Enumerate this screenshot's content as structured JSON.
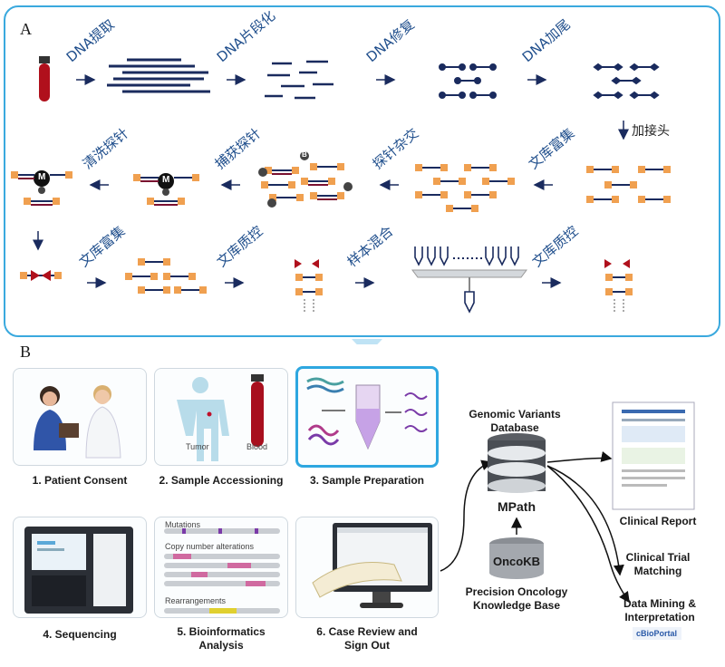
{
  "panel_a": {
    "label": "A",
    "steps": {
      "extract": "DNA提取",
      "fragment": "DNA片段化",
      "repair": "DNA修复",
      "tailing": "DNA加尾",
      "adapter": "加接头",
      "enrich1": "文库富集",
      "hybrid": "探针杂交",
      "capture": "捕获探针",
      "wash": "清洗探针",
      "enrich2": "文库富集",
      "qc1": "文库质控",
      "pool": "样本混合",
      "qc2": "文库质控"
    },
    "probe_letters": {
      "m": "M",
      "b": "B"
    }
  },
  "panel_b": {
    "label": "B",
    "cards": {
      "consent": "1. Patient Consent",
      "accession": "2. Sample Accessioning",
      "prep": "3. Sample Preparation",
      "seq": "4. Sequencing",
      "bioinfo_l1": "5. Bioinformatics",
      "bioinfo_l2": "Analysis",
      "review_l1": "6. Case Review and",
      "review_l2": "Sign Out"
    },
    "accession_labels": {
      "tumor": "Tumor",
      "blood": "Blood"
    },
    "bioinfo_labels": {
      "mutations": "Mutations",
      "cna": "Copy number alterations",
      "rearr": "Rearrangements"
    },
    "db": {
      "line1": "Genomic Variants",
      "line2": "Database",
      "name": "MPath"
    },
    "oncokb": {
      "logo": "OncoKB",
      "line1": "Precision Oncology",
      "line2": "Knowledge Base"
    },
    "outputs": {
      "report": "Clinical Report",
      "trial_l1": "Clinical Trial",
      "trial_l2": "Matching",
      "mining_l1": "Data Mining &",
      "mining_l2": "Interpretation",
      "cbioportal": "cBioPortal"
    }
  },
  "colors": {
    "accent": "#3aa9de",
    "navy": "#1a2b5e",
    "orange": "#f0a050",
    "blood": "#a01020",
    "purple": "#7a3aa8"
  }
}
